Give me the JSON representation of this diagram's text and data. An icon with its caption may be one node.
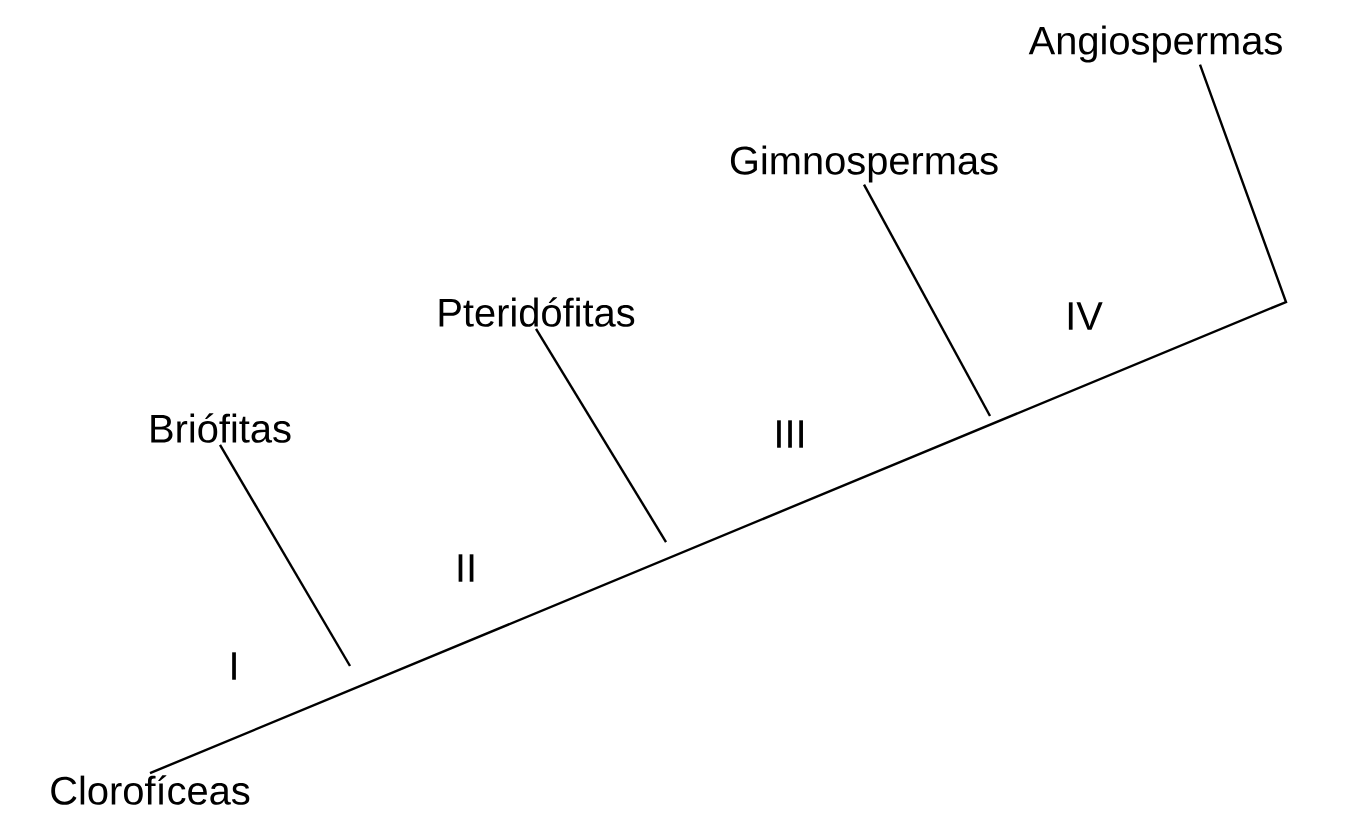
{
  "diagram": {
    "nodes": [
      {
        "text": [
          "Clorofíceas"
        ]
      },
      {
        "text": [
          "Briófitas"
        ]
      },
      {
        "text": [
          "Pteridófitas"
        ]
      },
      {
        "text": [
          "Gimnospermas"
        ]
      },
      {
        "text": [
          "Angiospermas"
        ]
      }
    ],
    "edges": [
      {
        "from": 0,
        "to": 4,
        "arrow": "none"
      },
      {
        "from": 1,
        "to": null,
        "arrow": "none"
      },
      {
        "from": 2,
        "to": null,
        "arrow": "none"
      },
      {
        "from": 3,
        "to": null,
        "arrow": "none"
      }
    ],
    "labels": [
      "I",
      "II",
      "III",
      "IV"
    ]
  }
}
